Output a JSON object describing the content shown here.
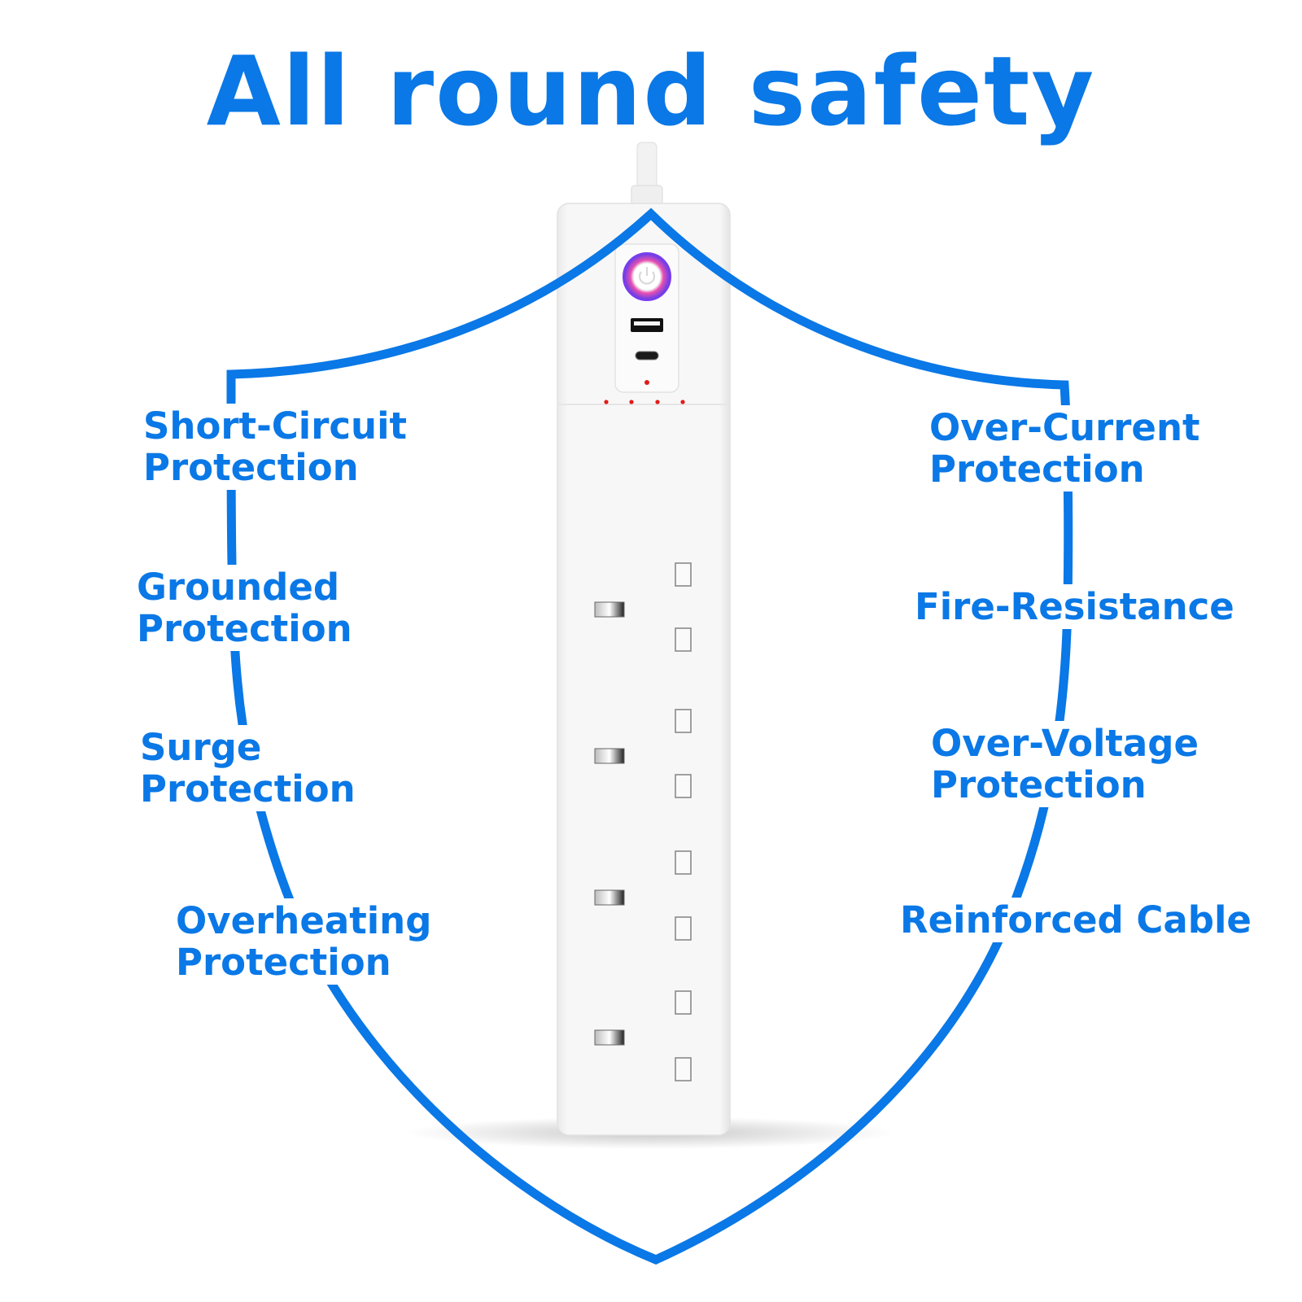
{
  "title": "All round safety",
  "colors": {
    "accent": "#0a78e6",
    "shield": "#0a78e6",
    "strip_body": "#f6f6f6",
    "indicator": "#e21b1b",
    "power_ring": "#7a3cf0"
  },
  "icons": {
    "power": "power-button-icon",
    "usb_a": "usb-a-port-icon",
    "usb_c": "usb-c-port-icon",
    "socket": "uk-socket-icon"
  },
  "features_left": [
    {
      "line1": "Short-Circuit",
      "line2": "Protection"
    },
    {
      "line1": "Grounded",
      "line2": "Protection"
    },
    {
      "line1": "Surge",
      "line2": "Protection"
    },
    {
      "line1": "Overheating",
      "line2": "Protection"
    }
  ],
  "features_right": [
    {
      "line1": "Over-Current",
      "line2": "Protection"
    },
    {
      "line1": "Fire-Resistance",
      "line2": ""
    },
    {
      "line1": "Over-Voltage",
      "line2": "Protection"
    },
    {
      "line1": "Reinforced Cable",
      "line2": ""
    }
  ]
}
